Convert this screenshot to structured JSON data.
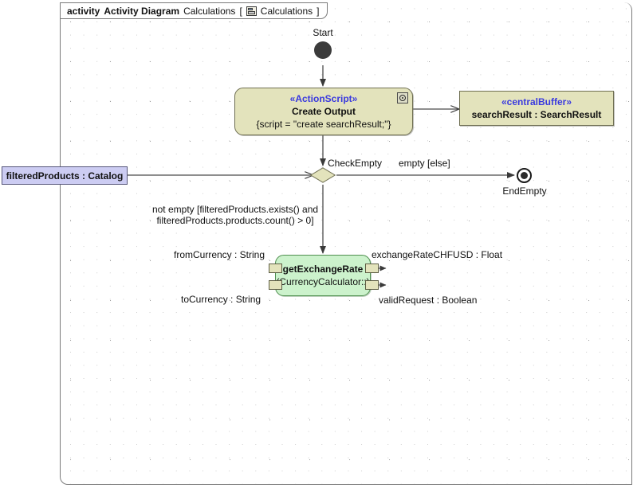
{
  "frame": {
    "keyword": "activity",
    "type_label": "Activity Diagram",
    "diagram_name": "Calculations",
    "bracket_open": "[",
    "context_icon": "package-icon",
    "context_name": "Calculations",
    "bracket_close": "]"
  },
  "colors": {
    "action_fill": "#e3e3bc",
    "action_stroke": "#6f6f52",
    "object_fill": "#ccccf2",
    "object_stroke": "#55557a",
    "call_fill": "#ccf2cc",
    "call_stroke": "#4f8f4f",
    "stereotype_text": "#3a3adf",
    "wire": "#4a4a4a",
    "frame_stroke": "#7a7a7a"
  },
  "nodes": {
    "start": {
      "label": "Start",
      "kind": "initial-node"
    },
    "create_output": {
      "stereotype": "«ActionScript»",
      "name": "Create Output",
      "body": "{script = \"create searchResult;\"}",
      "icon": "script-icon"
    },
    "central_buffer": {
      "stereotype": "«centralBuffer»",
      "name": "searchResult : SearchResult"
    },
    "decision": {
      "label": "CheckEmpty",
      "kind": "decision-diamond"
    },
    "filtered_products": {
      "name": "filteredProducts : Catalog"
    },
    "end_empty": {
      "label": "EndEmpty",
      "kind": "final-node"
    },
    "get_exchange_rate": {
      "name": "getExchangeRate",
      "body": "(CurrencyCalculator::)"
    }
  },
  "pins": {
    "from_currency": "fromCurrency : String",
    "to_currency": "toCurrency : String",
    "exchange_rate": "exchangeRateCHFUSD : Float",
    "valid_request": "validRequest : Boolean"
  },
  "edges": {
    "empty_guard": "empty [else]",
    "not_empty_guard_line1": "not empty [filteredProducts.exists() and",
    "not_empty_guard_line2": "filteredProducts.products.count() > 0]"
  }
}
